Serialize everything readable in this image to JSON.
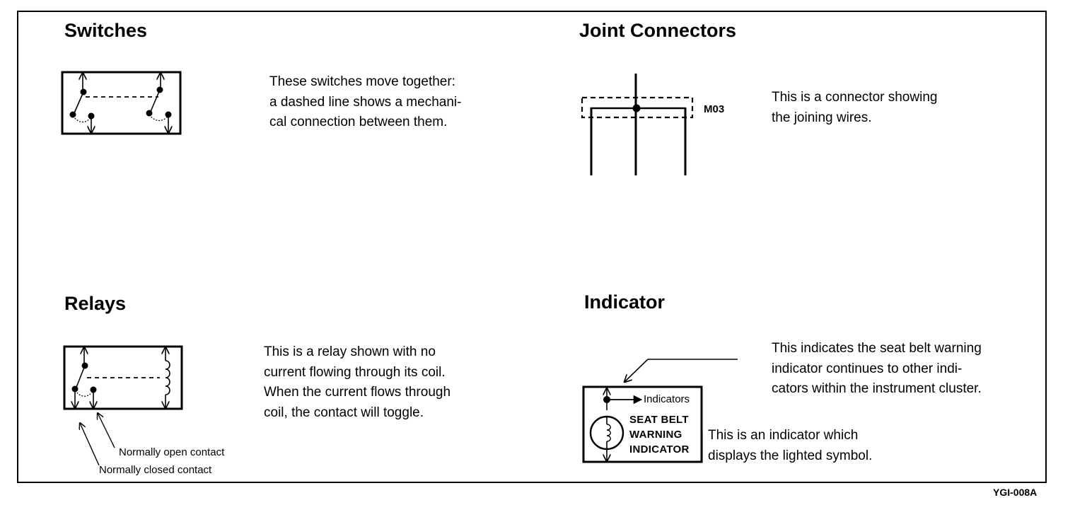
{
  "switches": {
    "heading": "Switches",
    "description": [
      "These switches move together:",
      "a dashed line shows a mechani-",
      "cal connection between them."
    ]
  },
  "joint_connectors": {
    "heading": "Joint Connectors",
    "connector_id": "M03",
    "description": [
      "This is a connector showing",
      "the joining wires."
    ]
  },
  "relays": {
    "heading": "Relays",
    "description": [
      "This is a relay shown with no",
      "current flowing through its coil.",
      "When the current flows through",
      "coil, the contact will toggle."
    ],
    "label_open": "Normally open contact",
    "label_closed": "Normally closed contact"
  },
  "indicator": {
    "heading": "Indicator",
    "arrow_label": "Indicators",
    "symbol_text": [
      "SEAT BELT",
      "WARNING",
      "INDICATOR"
    ],
    "description_top": [
      "This indicates the seat belt warning",
      "indicator continues to other indi-",
      "cators within the instrument cluster."
    ],
    "description_bottom": [
      "This is an indicator which",
      "displays the lighted symbol."
    ]
  },
  "figure_code": "YGI-008A"
}
